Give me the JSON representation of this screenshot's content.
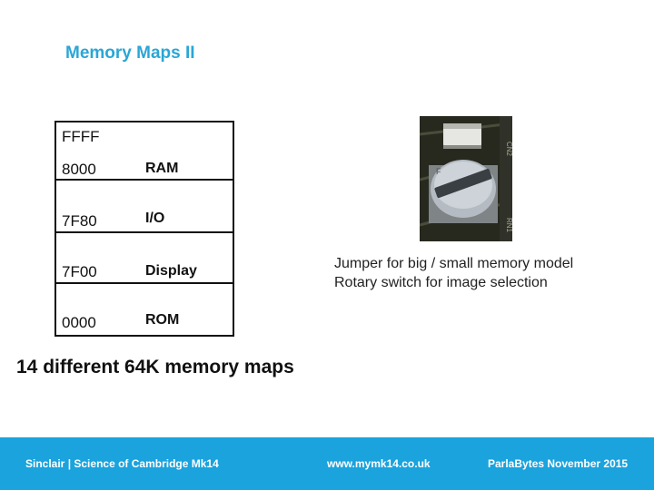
{
  "slide": {
    "title": "Memory Maps II",
    "subtitle": "14 different 64K memory maps"
  },
  "memory_map": {
    "top_address": "FFFF",
    "regions": [
      {
        "address": "8000",
        "label": "RAM"
      },
      {
        "address": "7F80",
        "label": "I/O"
      },
      {
        "address": "7F00",
        "label": "Display"
      },
      {
        "address": "0000",
        "label": "ROM"
      }
    ]
  },
  "photo_notes": {
    "line1": "Jumper for big / small memory model",
    "line2": "Rotary switch for image selection"
  },
  "footer": {
    "left": "Sinclair | Science of Cambridge Mk14",
    "center": "www.mymk14.co.uk",
    "right": "ParlaBytes November 2015",
    "bar_color": "#1aa3dd"
  }
}
